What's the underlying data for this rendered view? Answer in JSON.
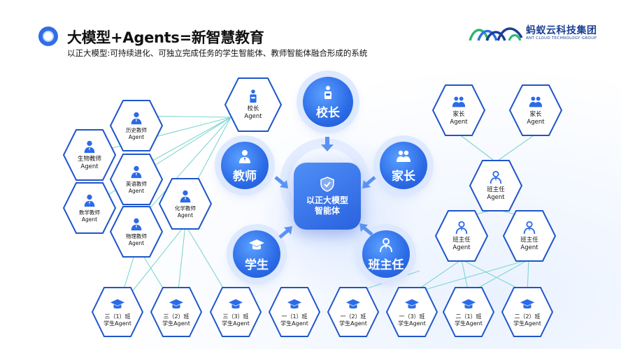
{
  "header": {
    "title": "大模型+Agents=新智慧教育",
    "subtitle": "以正大模型:可持续进化、可独立完成任务的学生智能体、教师智能体融合形成的系统"
  },
  "logo": {
    "name": "蚂蚁云科技集团",
    "tagline": "ANT CLOUD TECHNOLOGY GROUP"
  },
  "center": {
    "line1": "以正大模型",
    "line2": "智能体"
  },
  "orbs": {
    "principal": "校长",
    "teacher": "教师",
    "parent": "家长",
    "student": "学生",
    "homeroom": "班主任"
  },
  "agents": {
    "principal": [
      "校长",
      "Agent"
    ],
    "history": [
      "历史教师",
      "Agent"
    ],
    "biology": [
      "生物教师",
      "Agent"
    ],
    "english": [
      "英语教师",
      "Agent"
    ],
    "math": [
      "数学教师",
      "Agent"
    ],
    "chemistry": [
      "化学教师",
      "Agent"
    ],
    "physics": [
      "物理教师",
      "Agent"
    ],
    "parent1": [
      "家长",
      "Agent"
    ],
    "parent2": [
      "家长",
      "Agent"
    ],
    "homeroom_top": [
      "班主任",
      "Agent"
    ],
    "homeroom_left": [
      "班主任",
      "Agent"
    ],
    "homeroom_right": [
      "班主任",
      "Agent"
    ]
  },
  "classes": [
    [
      "三（1）班",
      "学生Agent"
    ],
    [
      "三（2）班",
      "学生Agent"
    ],
    [
      "三（3）班",
      "学生Agent"
    ],
    [
      "一（1）班",
      "学生Agent"
    ],
    [
      "一（2）班",
      "学生Agent"
    ],
    [
      "一（3）班",
      "学生Agent"
    ],
    [
      "二（1）班",
      "学生Agent"
    ],
    [
      "二（2）班",
      "学生Agent"
    ]
  ],
  "colors": {
    "accent": "#2c6be6",
    "hex_border": "#1f56c9",
    "connector": "#7fd6d0"
  }
}
